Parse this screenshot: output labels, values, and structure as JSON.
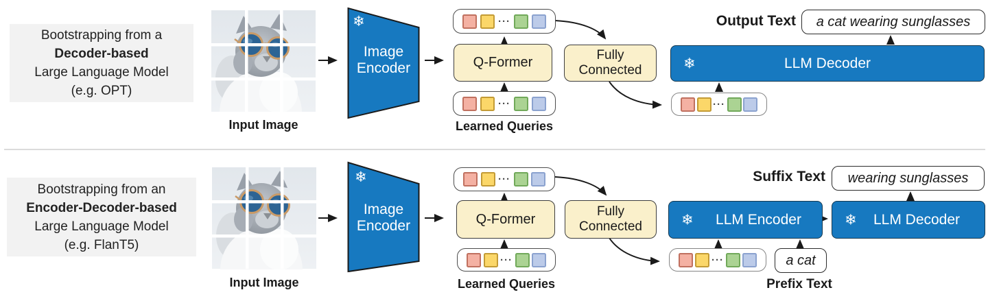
{
  "colors": {
    "blue": "#1779c0",
    "yellow_fill": "#faf0cb",
    "panel_grey": "#f2f2f2",
    "divider": "#dbdbdb",
    "arrow": "#1a1a1a",
    "tok_red_fill": "#f4b1a3",
    "tok_red_border": "#c0705f",
    "tok_yellow_fill": "#fbd769",
    "tok_yellow_border": "#c39b35",
    "tok_green_fill": "#abd393",
    "tok_green_border": "#71a95a",
    "tok_blue_fill": "#bccbe9",
    "tok_blue_border": "#8ba2cf"
  },
  "misc": {
    "ellipsis": "···",
    "snowflake": "❄"
  },
  "row1": {
    "panel_lines": [
      "Bootstrapping from a",
      "Decoder-based",
      "Large Language Model",
      "(e.g. OPT)"
    ],
    "input_image": "Input Image",
    "encoder_line1": "Image",
    "encoder_line2": "Encoder",
    "qformer": "Q-Former",
    "learned_queries": "Learned Queries",
    "fc_line1": "Fully",
    "fc_line2": "Connected",
    "llm_decoder": "LLM Decoder",
    "output_label": "Output Text",
    "output_value": "a cat wearing sunglasses"
  },
  "row2": {
    "panel_lines": [
      "Bootstrapping from an",
      "Encoder-Decoder-based",
      "Large Language Model",
      "(e.g. FlanT5)"
    ],
    "input_image": "Input Image",
    "encoder_line1": "Image",
    "encoder_line2": "Encoder",
    "qformer": "Q-Former",
    "learned_queries": "Learned Queries",
    "fc_line1": "Fully",
    "fc_line2": "Connected",
    "llm_encoder": "LLM Encoder",
    "llm_decoder": "LLM Decoder",
    "suffix_label": "Suffix Text",
    "suffix_value": "wearing sunglasses",
    "prefix_label": "Prefix Text",
    "prefix_value": "a cat"
  }
}
